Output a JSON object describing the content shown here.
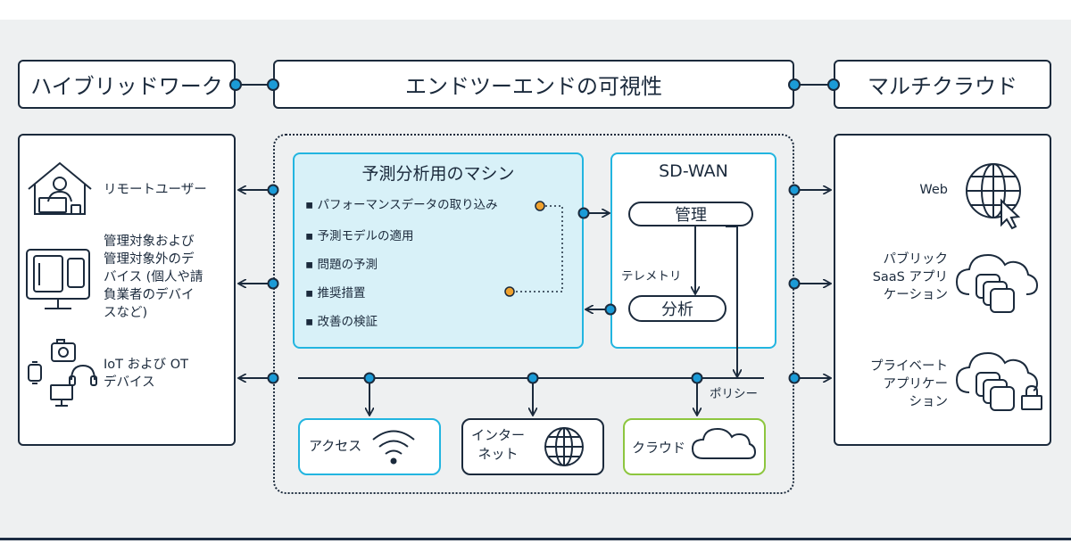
{
  "top": {
    "left": "ハイブリッドワーク",
    "center": "エンドツーエンドの可視性",
    "right": "マルチクラウド"
  },
  "left_panel": {
    "items": [
      {
        "label": "リモートユーザー",
        "icon": "home-user-icon"
      },
      {
        "label": "管理対象および\n管理対象外のデ\nバイス (個人や請\n負業者のデバイ\nスなど)",
        "icon": "devices-icon"
      },
      {
        "label": "IoT および OT\nデバイス",
        "icon": "iot-icon"
      }
    ]
  },
  "ml": {
    "title": "予測分析用のマシン",
    "items": [
      "パフォーマンスデータの取り込み",
      "予測モデルの適用",
      "問題の予測",
      "推奨措置",
      "改善の検証"
    ]
  },
  "sdwan": {
    "title": "SD-WAN",
    "manage": "管理",
    "telemetry": "テレメトリ",
    "analysis": "分析"
  },
  "policy": "ポリシー",
  "bottom": {
    "access": "アクセス",
    "internet": "インター\nネット",
    "cloud": "クラウド"
  },
  "right_panel": {
    "items": [
      {
        "label": "Web",
        "icon": "globe-cursor-icon"
      },
      {
        "label": "パブリック\nSaaS アプリ\nケーション",
        "icon": "cloud-apps-icon"
      },
      {
        "label": "プライベート\nアプリケー\nション",
        "icon": "cloud-private-apps-icon"
      }
    ]
  },
  "colors": {
    "navy": "#1b2a3c",
    "accent_blue": "#1b9bd7",
    "ml_fill": "#d8f1f8",
    "cyan_border": "#22b5e0",
    "cloud_green": "#8dc63f",
    "orange_dot": "#f0a22e"
  }
}
